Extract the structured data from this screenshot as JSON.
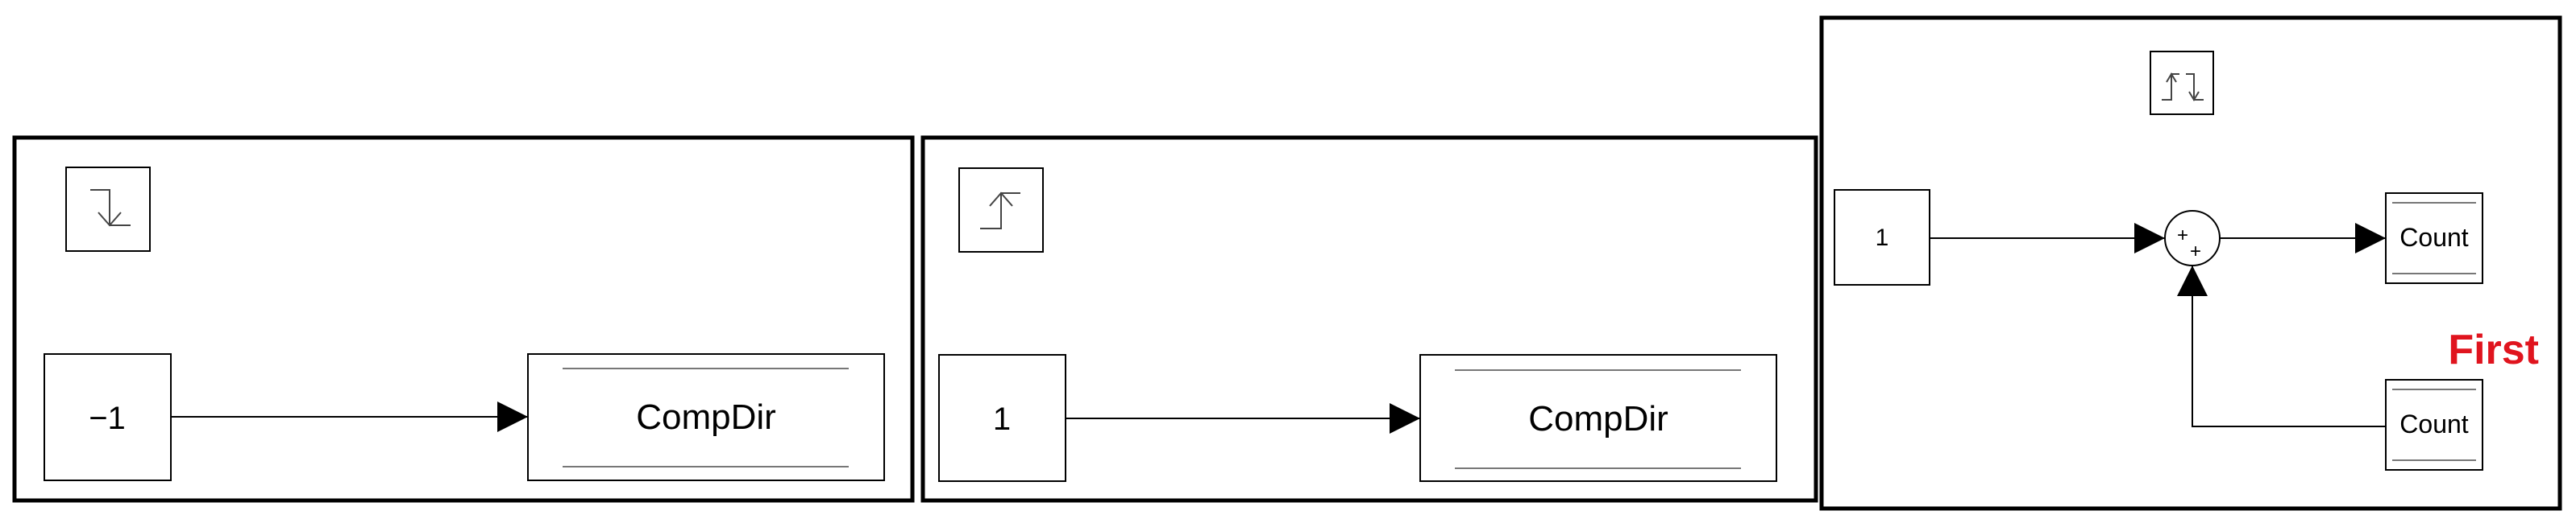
{
  "panels": [
    {
      "trigger_icon": "falling-edge-trigger-icon",
      "constant": {
        "value": "−1"
      },
      "data_store_write": {
        "label": "CompDir"
      }
    },
    {
      "trigger_icon": "rising-edge-trigger-icon",
      "constant": {
        "value": "1"
      },
      "data_store_write": {
        "label": "CompDir"
      }
    },
    {
      "trigger_icon": "either-edge-trigger-icon",
      "constant": {
        "value": "1"
      },
      "sum": {
        "sign_top": "+",
        "sign_bottom": "+"
      },
      "data_store_write": {
        "label": "Count"
      },
      "data_store_read": {
        "label": "Count"
      },
      "annotation": {
        "text": "First",
        "color": "#e0141e"
      }
    }
  ]
}
